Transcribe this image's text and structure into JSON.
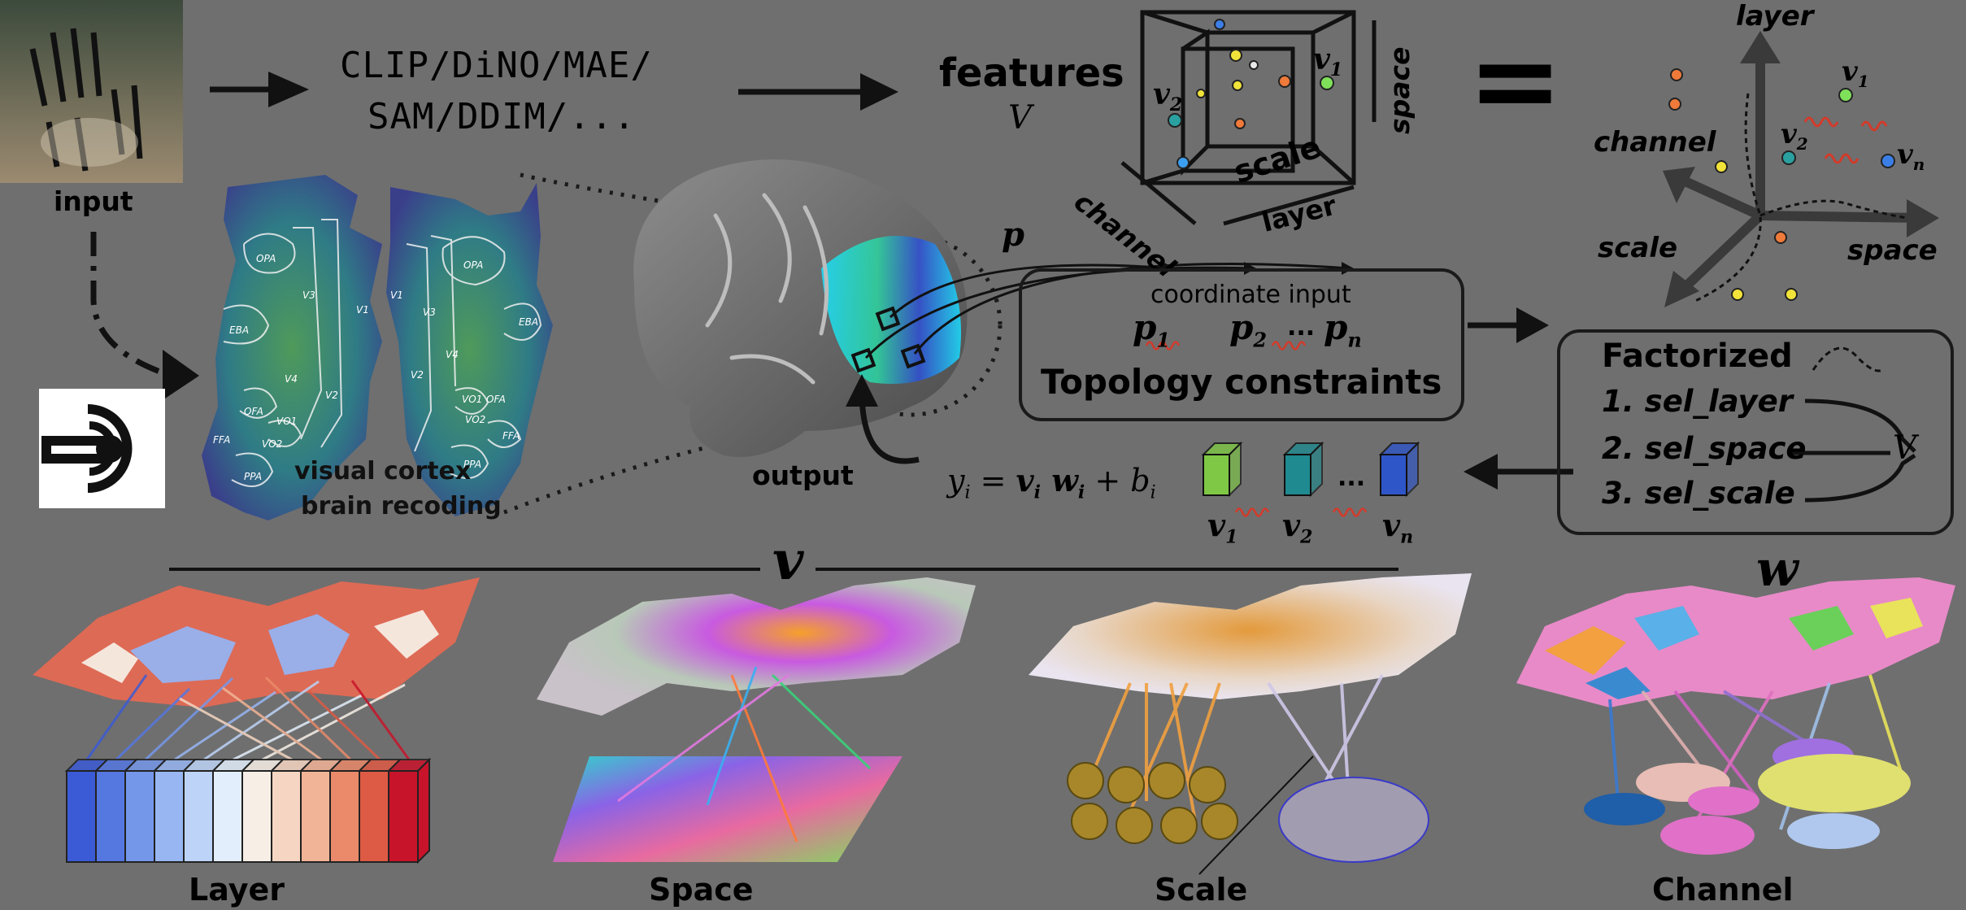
{
  "input_label": "input",
  "models_line1": "CLIP/DiNO/MAE/",
  "models_line2": "SAM/DDIM/...",
  "features_label": "features",
  "features_symbol": "V",
  "cube": {
    "channel": "channel",
    "scale": "scale",
    "layer": "layer",
    "space": "space",
    "v1": "v",
    "v1_sub": "1",
    "v2": "v",
    "v2_sub": "2"
  },
  "axes": {
    "layer": "layer",
    "channel": "channel",
    "scale": "scale",
    "space": "space",
    "v1": "v",
    "v1_sub": "1",
    "v2": "v",
    "v2_sub": "2",
    "vn": "v",
    "vn_sub": "n"
  },
  "equals": "=",
  "rois": [
    "OPA",
    "V3",
    "V1",
    "EBA",
    "V4",
    "V2",
    "OFA",
    "VO1",
    "VO2",
    "FFA",
    "PPA",
    "V1",
    "V3",
    "OPA",
    "V2",
    "V4",
    "EBA",
    "VO1",
    "OFA",
    "VO2",
    "FFA",
    "PPA"
  ],
  "cortex_caption_1": "visual cortex",
  "cortex_caption_2": "brain recoding",
  "output_label": "output",
  "p_label": "p",
  "coordinate_input": "coordinate input",
  "p_items": [
    {
      "t": "p",
      "s": "1"
    },
    {
      "t": "p",
      "s": "2"
    },
    {
      "t": "p",
      "s": "n"
    }
  ],
  "p_ellipsis": "...",
  "topology": "Topology constraints",
  "factorized_title": "Factorized",
  "factorized_items": [
    "1. sel_layer",
    "2. sel_space",
    "3. sel_scale"
  ],
  "factorized_V": "V",
  "formula": {
    "y": "y",
    "i": "i",
    "eq": " = ",
    "v": "v",
    "w": "w",
    "plus": " + ",
    "b": "b"
  },
  "v_vectors": [
    {
      "t": "v",
      "s": "1",
      "color": "#7fc845"
    },
    {
      "t": "v",
      "s": "2",
      "color": "#1f8a8f"
    },
    {
      "t": "v",
      "s": "n",
      "color": "#2f56c8"
    }
  ],
  "vec_ellipsis": "...",
  "big_v": "v",
  "big_w": "w",
  "panels": [
    "Layer",
    "Space",
    "Scale",
    "Channel"
  ],
  "layer_colors": [
    "#3b5bd6",
    "#5577e0",
    "#7597ea",
    "#98b6f2",
    "#bdd3f7",
    "#e2eefb",
    "#f7efe6",
    "#f6d6c2",
    "#f2b496",
    "#ea8a6a",
    "#dd5a44",
    "#c8142a"
  ]
}
